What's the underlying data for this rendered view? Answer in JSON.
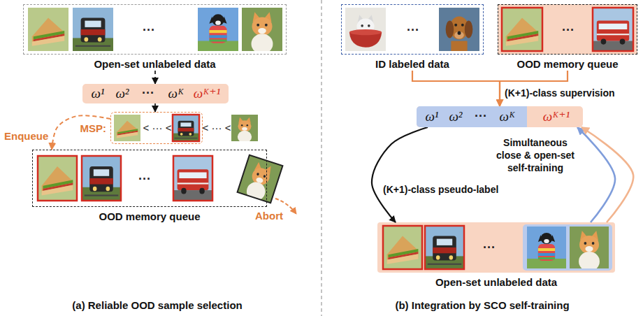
{
  "diagram": {
    "nodes": [
      {
        "text": [
          "···",
          "Open-set unlabeled data"
        ]
      },
      {
        "text": [
          "ω¹",
          "ω²",
          "···",
          "ωᴷ",
          "ωᴷ⁺¹"
        ]
      },
      {
        "text": [
          "< ··· <"
        ]
      },
      {
        "text": [
          "···",
          "OOD memory queue"
        ]
      },
      {
        "text": [
          "···",
          "ID labeled data"
        ]
      },
      {
        "text": [
          "···",
          "OOD memory queue"
        ]
      },
      {
        "text": [
          "ωᴷ⁺¹"
        ]
      },
      {
        "text": [
          "ω¹",
          "ω²",
          "···",
          "ωᴷ"
        ],
        "in": 6
      },
      {
        "text": [
          "···",
          "Open-set unlabeled data"
        ]
      }
    ],
    "edges": [
      {
        "from": 0,
        "to": 1,
        "arrow": "to"
      },
      {
        "from": 1,
        "to": 2,
        "arrow": "to"
      },
      {
        "from": 2,
        "to": 3,
        "arrow": "to",
        "label": "Enqueue"
      },
      {
        "from": 4,
        "to": 6,
        "arrow": "to",
        "label": "(K+1)-class supervision"
      },
      {
        "from": 5,
        "to": 6,
        "arrow": "to"
      },
      {
        "from": 6,
        "to": 8,
        "arrow": "to",
        "label": "(K+1)-class pseudo-label"
      },
      {
        "from": 8,
        "to": 6,
        "arrow": "to",
        "label": "Simultaneous close & open-set self-training"
      },
      {
        "from": 8,
        "to": 6,
        "arrow": "to"
      }
    ],
    "labels": [
      "MSP:",
      "< ··· <",
      "Abort",
      "(a) Reliable OOD sample selection",
      "(b) Integration by SCO self-training"
    ]
  }
}
